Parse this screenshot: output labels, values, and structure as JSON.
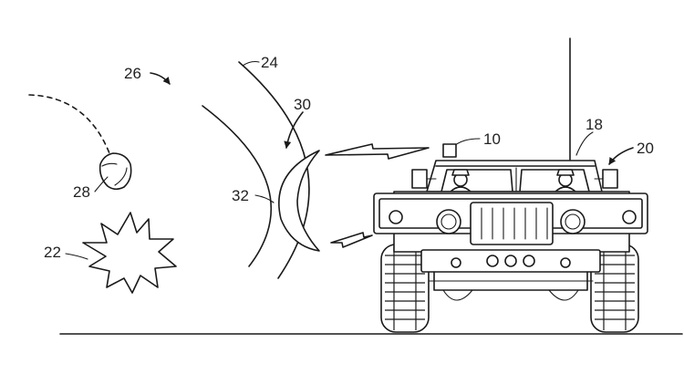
{
  "reference_numerals": {
    "vehicle_10": "10",
    "mast_18": "18",
    "vehicle_system_20": "20",
    "explosion_22": "22",
    "wave_24": "24",
    "wave_26": "26",
    "projectile_28": "28",
    "barrier_30": "30",
    "barrier_32": "32"
  },
  "colors": {
    "line": "#1a1a1a",
    "background": "#ffffff"
  }
}
